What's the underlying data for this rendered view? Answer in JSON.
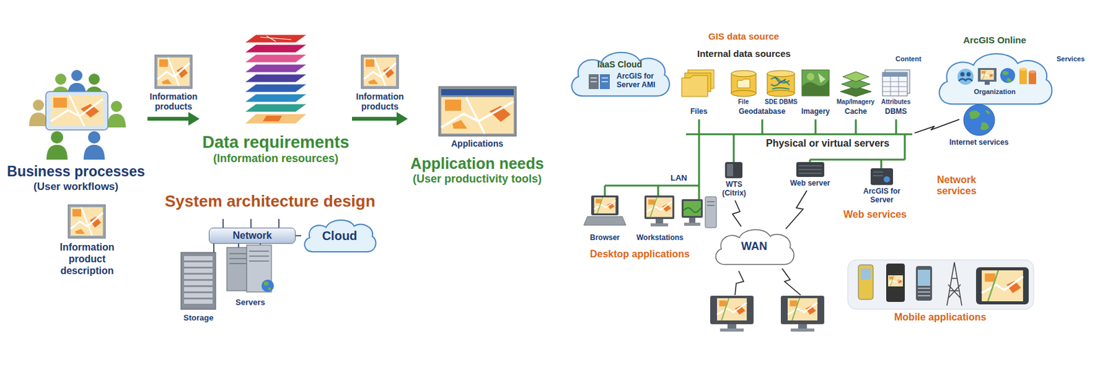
{
  "diagram": {
    "nodes": [
      {
        "text": [
          "Business processes",
          "(User workflows)"
        ]
      },
      {
        "text": [
          "Data requirements",
          "(Information resources)"
        ]
      },
      {
        "text": [
          "Applications",
          "Application needs",
          "(User productivity tools)"
        ]
      },
      {
        "text": [
          "Information product description"
        ]
      },
      {
        "text": [
          "Network"
        ]
      },
      {
        "text": [
          "Cloud"
        ]
      },
      {
        "text": [
          "IaaS Cloud",
          "ArcGIS for Server AMI"
        ]
      },
      {
        "text": [
          "ArcGIS Online",
          "Organization"
        ]
      },
      {
        "text": [
          "WAN"
        ]
      }
    ],
    "edges": [
      {
        "from": 0,
        "to": 1,
        "label": "Information products",
        "arrow": "to"
      },
      {
        "from": 1,
        "to": 2,
        "label": "Information products",
        "arrow": "to"
      }
    ],
    "labels": [
      "System architecture design",
      "Storage",
      "Servers",
      "GIS data source",
      "Internal data sources",
      "Content",
      "Services",
      "File",
      "SDE DBMS",
      "Map/Imagery",
      "Attributes",
      "Files",
      "Geodatabase",
      "Imagery",
      "Cache",
      "DBMS",
      "Physical or virtual servers",
      "Internet services",
      "LAN",
      "WTS (Citrix)",
      "Web server",
      "ArcGIS for Server",
      "Network services",
      "Web services",
      "Browser",
      "Workstations",
      "Desktop applications",
      "Mobile applications"
    ]
  }
}
